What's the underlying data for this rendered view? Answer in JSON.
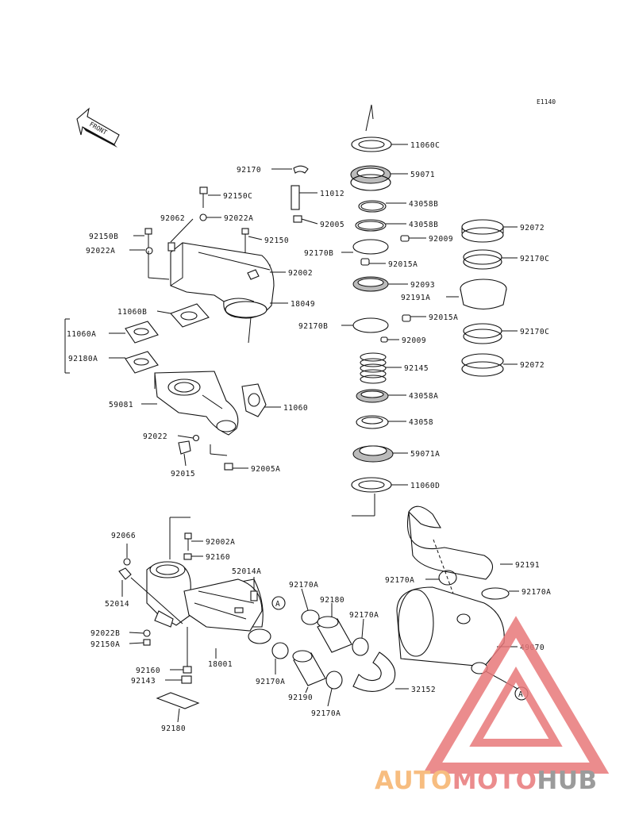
{
  "diagram_code": "E1140",
  "front_label": "FRONT",
  "ref_marker": "A",
  "parts": [
    "11060C",
    "59071",
    "43058B",
    "43058B",
    "92009",
    "92170B",
    "92015A",
    "92093",
    "92191A",
    "92170B",
    "92015A",
    "92009",
    "92145",
    "43058A",
    "43058",
    "59071A",
    "11060D",
    "92072",
    "92170C",
    "92170C",
    "92072",
    "92170",
    "11012",
    "92150C",
    "92022A",
    "92062",
    "92005",
    "92150B",
    "92022A",
    "92150",
    "92002",
    "18049",
    "11060B",
    "11060A",
    "92180A",
    "59081",
    "11060",
    "92022",
    "92015",
    "92005A",
    "92066",
    "92002A",
    "92160",
    "52014A",
    "52014",
    "92170A",
    "92180",
    "92170A",
    "92191",
    "92170A",
    "92022B",
    "92150A",
    "18001",
    "92160",
    "92143",
    "92170A",
    "92190",
    "92170A",
    "32152",
    "49070",
    "92180"
  ],
  "watermark": {
    "part1": "AUTO",
    "part2": "MOTO",
    "part3": "HUB"
  },
  "colors": {
    "watermark_orange": "#f6b26b",
    "watermark_red": "#e8787a",
    "watermark_grey": "#8a8a8a",
    "ink": "#111111"
  }
}
